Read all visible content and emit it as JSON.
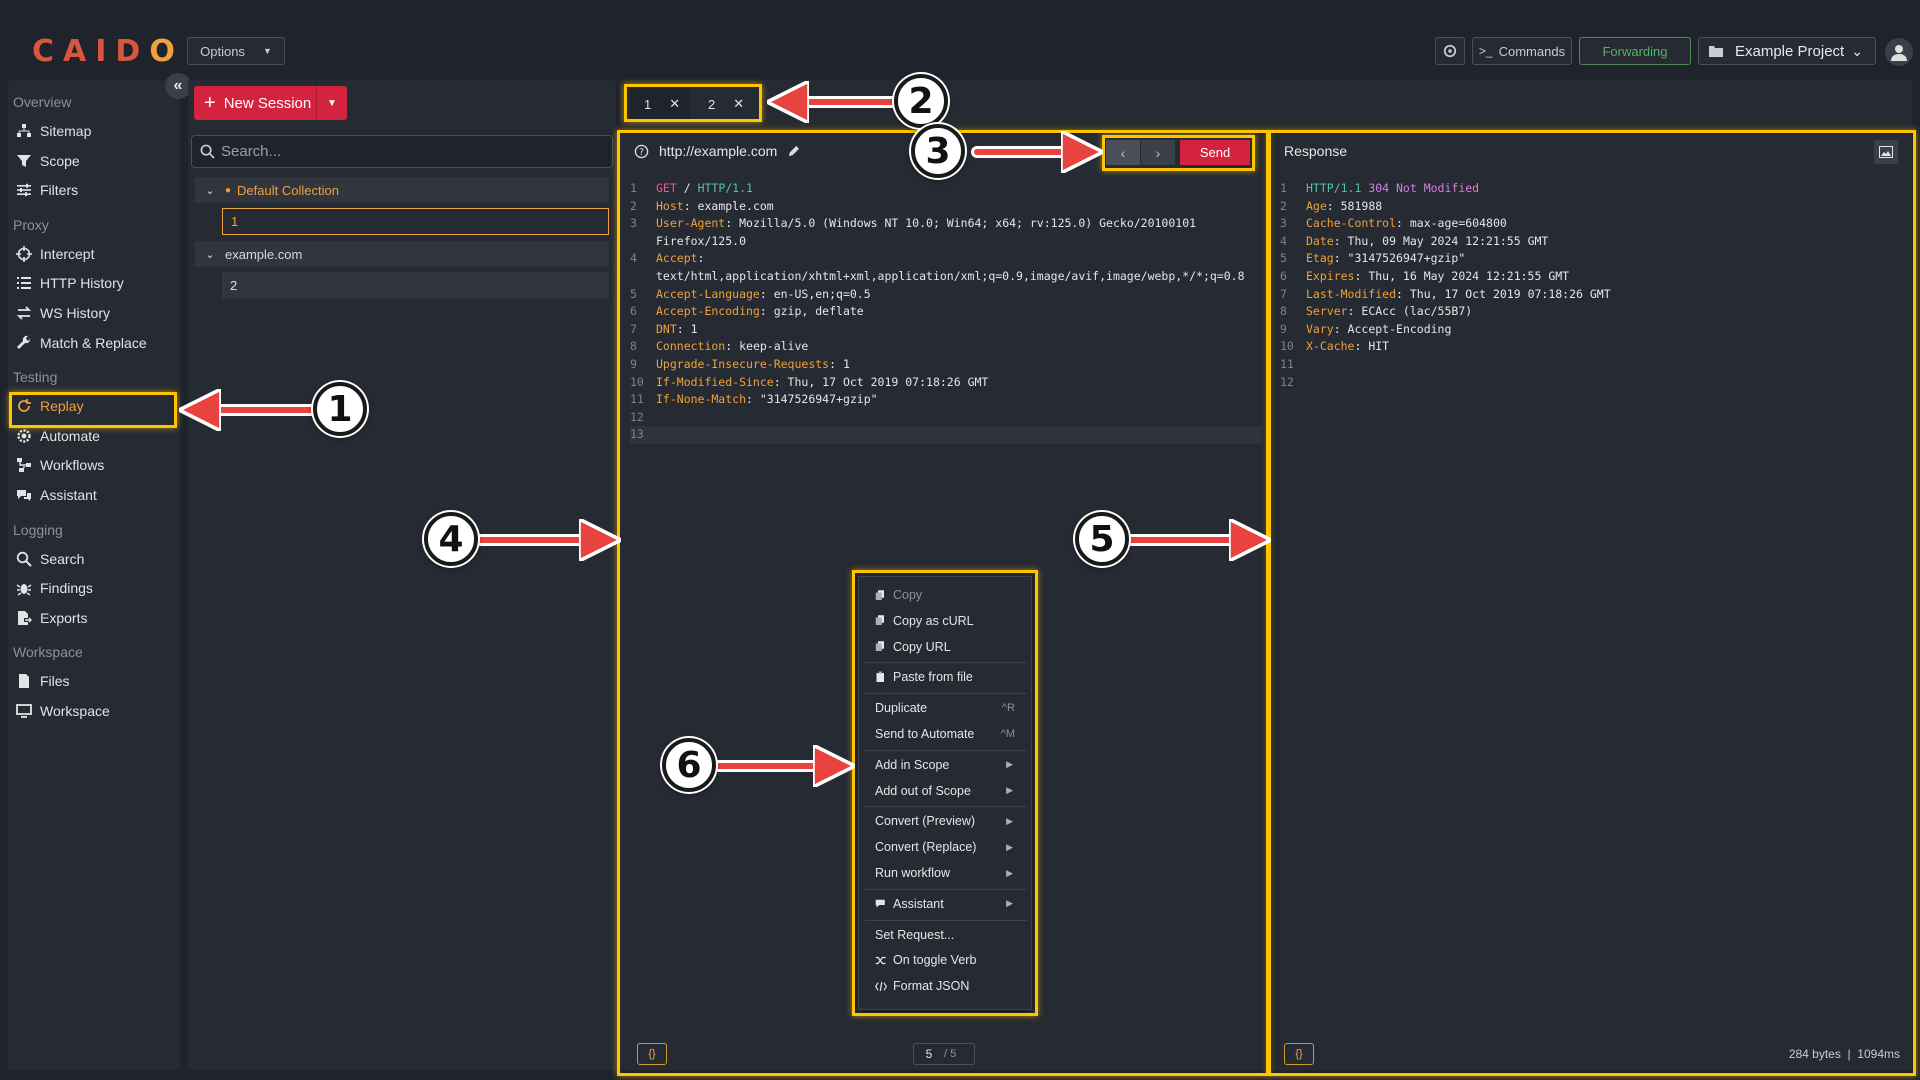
{
  "app": {
    "logo": "CAIDO",
    "options_label": "Options"
  },
  "topbar": {
    "commands_label": "Commands",
    "forwarding_label": "Forwarding",
    "project_label": "Example Project"
  },
  "sidebar": {
    "sections": [
      {
        "label": "Overview",
        "items": [
          {
            "label": "Sitemap",
            "icon": "sitemap-icon"
          },
          {
            "label": "Scope",
            "icon": "funnel-icon"
          },
          {
            "label": "Filters",
            "icon": "sliders-icon"
          }
        ]
      },
      {
        "label": "Proxy",
        "items": [
          {
            "label": "Intercept",
            "icon": "crosshair-icon"
          },
          {
            "label": "HTTP History",
            "icon": "list-icon"
          },
          {
            "label": "WS History",
            "icon": "arrows-icon"
          },
          {
            "label": "Match & Replace",
            "icon": "wrench-icon"
          }
        ]
      },
      {
        "label": "Testing",
        "items": [
          {
            "label": "Replay",
            "icon": "replay-icon"
          },
          {
            "label": "Automate",
            "icon": "gear-icon"
          },
          {
            "label": "Workflows",
            "icon": "workflow-icon"
          },
          {
            "label": "Assistant",
            "icon": "chat-icon"
          }
        ]
      },
      {
        "label": "Logging",
        "items": [
          {
            "label": "Search",
            "icon": "search-icon"
          },
          {
            "label": "Findings",
            "icon": "bug-icon"
          },
          {
            "label": "Exports",
            "icon": "export-icon"
          }
        ]
      },
      {
        "label": "Workspace",
        "items": [
          {
            "label": "Files",
            "icon": "file-icon"
          },
          {
            "label": "Workspace",
            "icon": "monitor-icon"
          }
        ]
      }
    ],
    "active": "Replay"
  },
  "sessions": {
    "new_session_label": "New Session",
    "search_placeholder": "Search...",
    "collections": [
      {
        "name": "Default Collection",
        "items": [
          "1"
        ]
      },
      {
        "name": "example.com",
        "items": [
          "2"
        ]
      }
    ]
  },
  "tabs": [
    {
      "label": "1"
    },
    {
      "label": "2"
    }
  ],
  "request": {
    "url": "http://example.com",
    "send_label": "Send",
    "lines": [
      {
        "n": "1",
        "method": "GET",
        "path": " / ",
        "proto": "HTTP/1.1"
      },
      {
        "n": "2",
        "key": "Host",
        "val": "example.com"
      },
      {
        "n": "3",
        "key": "User-Agent",
        "val": "Mozilla/5.0 (Windows NT 10.0; Win64; x64; rv:125.0) Gecko/20100101"
      },
      {
        "n": "",
        "val": "Firefox/125.0"
      },
      {
        "n": "4",
        "key": "Accept",
        "val": ""
      },
      {
        "n": "",
        "val": "text/html,application/xhtml+xml,application/xml;q=0.9,image/avif,image/webp,*/*;q=0.8"
      },
      {
        "n": "5",
        "key": "Accept-Language",
        "val": "en-US,en;q=0.5"
      },
      {
        "n": "6",
        "key": "Accept-Encoding",
        "val": "gzip, deflate"
      },
      {
        "n": "7",
        "key": "DNT",
        "val": "1"
      },
      {
        "n": "8",
        "key": "Connection",
        "val": "keep-alive"
      },
      {
        "n": "9",
        "key": "Upgrade-Insecure-Requests",
        "val": "1"
      },
      {
        "n": "10",
        "key": "If-Modified-Since",
        "val": "Thu, 17 Oct 2019 07:18:26 GMT"
      },
      {
        "n": "11",
        "key": "If-None-Match",
        "val": "\"3147526947+gzip\""
      },
      {
        "n": "12"
      },
      {
        "n": "13"
      }
    ],
    "footer_format": "{}",
    "page_current": "5",
    "page_total": "/ 5"
  },
  "response": {
    "title": "Response",
    "lines": [
      {
        "n": "1",
        "proto": "HTTP/1.1",
        "status": " 304 Not Modified"
      },
      {
        "n": "2",
        "key": "Age",
        "val": "581988"
      },
      {
        "n": "3",
        "key": "Cache-Control",
        "val": "max-age=604800"
      },
      {
        "n": "4",
        "key": "Date",
        "val": "Thu, 09 May 2024 12:21:55 GMT"
      },
      {
        "n": "5",
        "key": "Etag",
        "val": "\"3147526947+gzip\""
      },
      {
        "n": "6",
        "key": "Expires",
        "val": "Thu, 16 May 2024 12:21:55 GMT"
      },
      {
        "n": "7",
        "key": "Last-Modified",
        "val": "Thu, 17 Oct 2019 07:18:26 GMT"
      },
      {
        "n": "8",
        "key": "Server",
        "val": "ECAcc (lac/55B7)"
      },
      {
        "n": "9",
        "key": "Vary",
        "val": "Accept-Encoding"
      },
      {
        "n": "10",
        "key": "X-Cache",
        "val": "HIT"
      },
      {
        "n": "11"
      },
      {
        "n": "12"
      }
    ],
    "footer_format": "{}",
    "stats": "284 bytes  |  1094ms"
  },
  "context_menu": {
    "items": [
      {
        "label": "Copy",
        "icon": "copy-icon",
        "disabled": true
      },
      {
        "label": "Copy as cURL",
        "icon": "copy-icon"
      },
      {
        "label": "Copy URL",
        "icon": "copy-icon"
      },
      {
        "divider": true
      },
      {
        "label": "Paste from file",
        "icon": "paste-icon"
      },
      {
        "divider": true
      },
      {
        "label": "Duplicate",
        "shortcut": "^R"
      },
      {
        "label": "Send to Automate",
        "shortcut": "^M"
      },
      {
        "divider": true
      },
      {
        "label": "Add in Scope",
        "submenu": true
      },
      {
        "label": "Add out of Scope",
        "submenu": true
      },
      {
        "divider": true
      },
      {
        "label": "Convert (Preview)",
        "submenu": true
      },
      {
        "label": "Convert (Replace)",
        "submenu": true
      },
      {
        "label": "Run workflow",
        "submenu": true
      },
      {
        "divider": true
      },
      {
        "label": "Assistant",
        "icon": "chat-icon",
        "submenu": true
      },
      {
        "divider": true
      },
      {
        "label": "Set Request..."
      },
      {
        "label": "On toggle Verb",
        "icon": "shuffle-icon"
      },
      {
        "label": "Format JSON",
        "icon": "code-icon"
      }
    ]
  },
  "annotations": {
    "colors": {
      "highlight": "#ffc400",
      "arrow": "#e8433f"
    },
    "labels": [
      "1",
      "2",
      "3",
      "4",
      "5",
      "6"
    ]
  }
}
